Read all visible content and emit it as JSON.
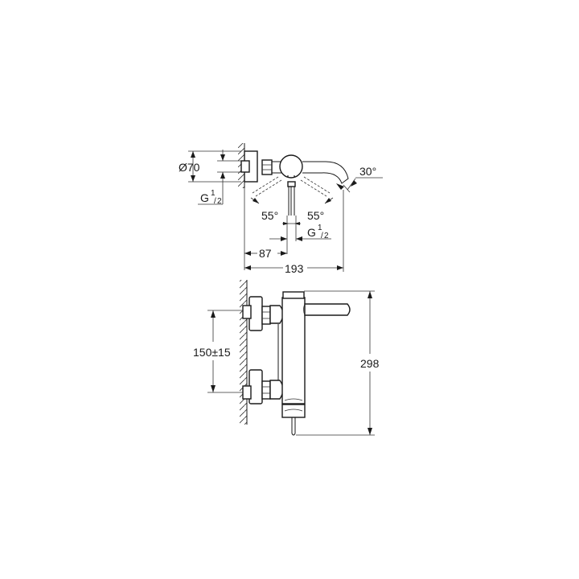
{
  "drawing": {
    "type": "technical-dimension-drawing",
    "subject": "wall-mounted bath mixer",
    "top_view": {
      "diameter_label": "Ø70",
      "left_thread": {
        "main": "G",
        "sup": "1",
        "sub": "2"
      },
      "angle_left": "55°",
      "angle_right": "55°",
      "spout_angle": "30°",
      "bottom_thread": {
        "main": "G",
        "sup": "1",
        "sub": "2"
      },
      "dim_inner": "87",
      "dim_overall": "193"
    },
    "side_view": {
      "dim_centers": "150±15",
      "dim_height": "298"
    },
    "colors": {
      "line": "#1a1a1a",
      "background": "#ffffff"
    }
  }
}
